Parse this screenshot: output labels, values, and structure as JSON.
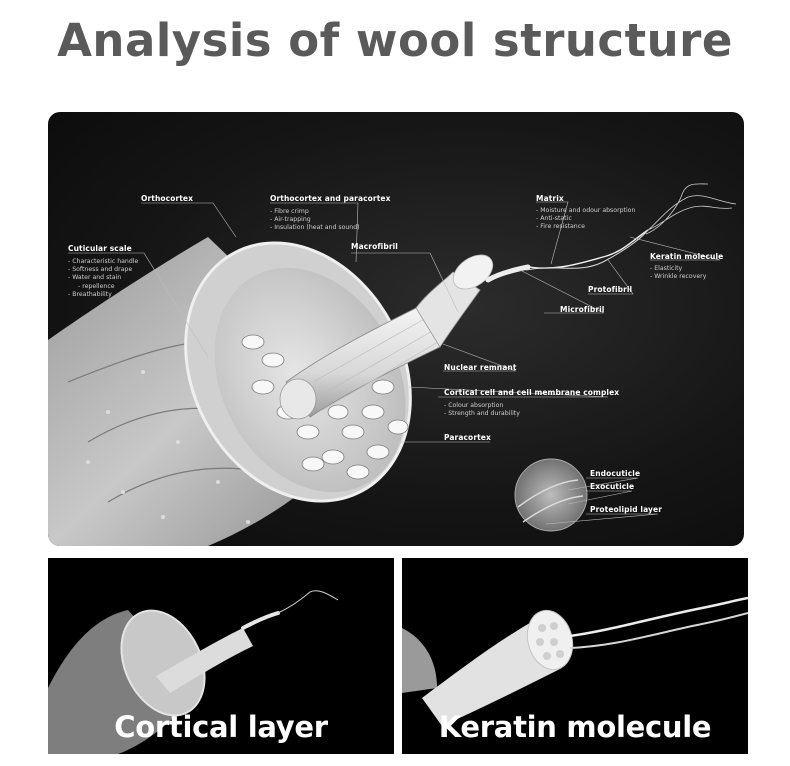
{
  "title": "Analysis of wool structure",
  "diagram": {
    "labels": {
      "orthocortex": "Orthocortex",
      "ortho_para": "Orthocortex and paracortex",
      "cuticular": "Cuticular scale",
      "macrofibril": "Macrofibril",
      "matrix": "Matrix",
      "keratin": "Keratin molecule",
      "protofibril": "Protofibril",
      "microfibril": "Microfibril",
      "nuclear": "Nuclear remnant",
      "cortical_cell": "Cortical cell and cell membrane complex",
      "paracortex": "Paracortex",
      "endocuticle": "Endocuticle",
      "exocuticle": "Exocuticle",
      "proteolipid": "Proteolipid layer"
    },
    "notes": {
      "ortho_para": [
        "Fibre crimp",
        "Air-trapping",
        "Insulation (heat and sound)"
      ],
      "cuticular": [
        "Characteristic handle",
        "Softness and drape",
        "Water and stain",
        "repellence",
        "Breathability"
      ],
      "matrix": [
        "Moisture and odour absorption",
        "Anti-static",
        "Fire resistance"
      ],
      "keratin": [
        "Elasticity",
        "Wrinkle recovery"
      ],
      "cortical_cell": [
        "Colour absorption",
        "Strength and durability"
      ]
    }
  },
  "captions": {
    "left": "Cortical layer",
    "right": "Keratin molecule"
  }
}
